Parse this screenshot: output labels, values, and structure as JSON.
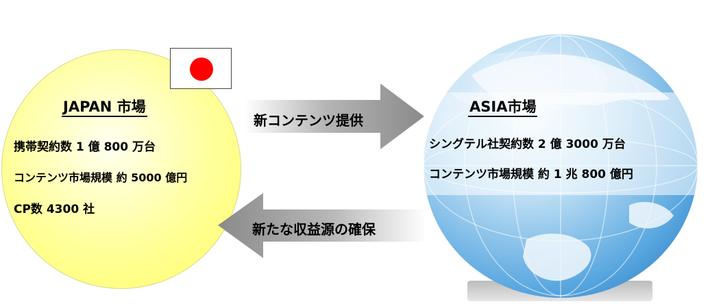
{
  "japan": {
    "title": "JAPAN 市場",
    "line1": "携帯契約数  1 億 800 万台",
    "line2": "コンテンツ市場規模  約 5000 億円",
    "line3": "CP数  4300 社"
  },
  "arrows": {
    "forward_label": "新コンテンツ提供",
    "return_label": "新たな収益源の確保"
  },
  "asia": {
    "title": "ASIA市場",
    "line1": "シングテル社契約数  2 億 3000 万台",
    "line2": "コンテンツ市場規模  約 1 兆 800 億円"
  },
  "colors": {
    "japan_fill": "#ffff99",
    "arrow_fill": "#808080",
    "flag_disc": "#ff0000",
    "globe_blue": "#5aa8e0"
  }
}
